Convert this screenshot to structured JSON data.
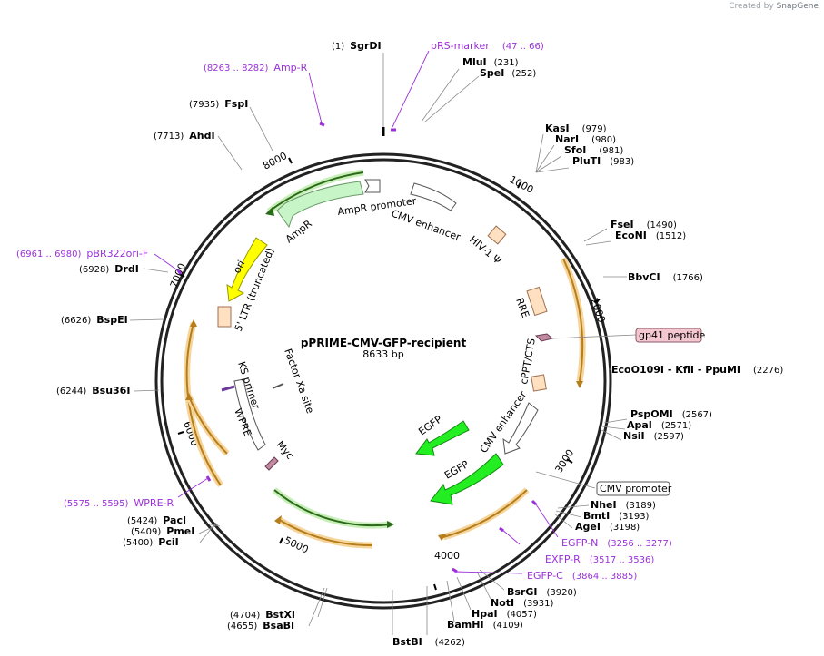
{
  "credit": {
    "prefix": "Created by",
    "brand": "SnapGene"
  },
  "plasmid": {
    "name": "pPRIME-CMV-GFP-recipient",
    "size": "8633 bp"
  },
  "ticks": [
    "1000",
    "2000",
    "3000",
    "4000",
    "5000",
    "6000",
    "7000",
    "8000"
  ],
  "sites": [
    {
      "pos": "(1)",
      "name": "SgrDI"
    },
    {
      "name": "MluI",
      "pos": "(231)"
    },
    {
      "name": "SpeI",
      "pos": "(252)"
    },
    {
      "name": "KasI",
      "pos": "(979)"
    },
    {
      "name": "NarI",
      "pos": "(980)"
    },
    {
      "name": "SfoI",
      "pos": "(981)"
    },
    {
      "name": "PluTI",
      "pos": "(983)"
    },
    {
      "name": "FseI",
      "pos": "(1490)"
    },
    {
      "name": "EcoNI",
      "pos": "(1512)"
    },
    {
      "name": "BbvCI",
      "pos": "(1766)"
    },
    {
      "name": "EcoO109I  - KflI  - PpuMI",
      "pos": "(2276)"
    },
    {
      "name": "PspOMI",
      "pos": "(2567)"
    },
    {
      "name": "ApaI",
      "pos": "(2571)"
    },
    {
      "name": "NsiI",
      "pos": "(2597)"
    },
    {
      "name": "NheI",
      "pos": "(3189)"
    },
    {
      "name": "BmtI",
      "pos": "(3193)"
    },
    {
      "name": "AgeI",
      "pos": "(3198)"
    },
    {
      "name": "BsrGI",
      "pos": "(3920)"
    },
    {
      "name": "NotI",
      "pos": "(3931)"
    },
    {
      "name": "HpaI",
      "pos": "(4057)"
    },
    {
      "name": "BamHI",
      "pos": "(4109)"
    },
    {
      "name": "BstBI",
      "pos": "(4262)"
    },
    {
      "pos": "(4704)",
      "name": "BstXI"
    },
    {
      "pos": "(4655)",
      "name": "BsaBI"
    },
    {
      "pos": "(5424)",
      "name": "PacI"
    },
    {
      "pos": "(5409)",
      "name": "PmeI"
    },
    {
      "pos": "(5400)",
      "name": "PciI"
    },
    {
      "pos": "(6244)",
      "name": "Bsu36I"
    },
    {
      "pos": "(6626)",
      "name": "BspEI"
    },
    {
      "pos": "(6928)",
      "name": "DrdI"
    },
    {
      "pos": "(7713)",
      "name": "AhdI"
    },
    {
      "pos": "(7935)",
      "name": "FspI"
    }
  ],
  "primers": [
    {
      "name": "pRS-marker",
      "pos": "(47 .. 66)"
    },
    {
      "pos": "(8263 .. 8282)",
      "name": "Amp-R"
    },
    {
      "pos": "(6961 .. 6980)",
      "name": "pBR322ori-F"
    },
    {
      "pos": "(5575 .. 5595)",
      "name": "WPRE-R"
    },
    {
      "name": "EGFP-N",
      "pos": "(3256 .. 3277)"
    },
    {
      "name": "EXFP-R",
      "pos": "(3517 .. 3536)"
    },
    {
      "name": "EGFP-C",
      "pos": "(3864 .. 3885)"
    }
  ],
  "boxed_labels": [
    "gp41 peptide",
    "CMV promoter"
  ],
  "features": [
    "AmpR promoter",
    "CMV enhancer",
    "HIV-1 Ψ",
    "AmpR",
    "ori",
    "5' LTR (truncated)",
    "RRE",
    "cPPT/CTS",
    "Factor Xa site",
    "KS primer",
    "WPRE",
    "Myc",
    "EGFP",
    "CMV enhancer",
    "EGFP"
  ],
  "colors": {
    "backbone": "#222222",
    "primer": "#9b30d9",
    "orf_orange": "#e8a020",
    "orf_green": "#2a8a2a",
    "egfp": "#22ee22",
    "ampr": "#c8f5c8",
    "ori": "#ffff00",
    "ltr": "#ffe0c0",
    "gp41": "#d8a0b0"
  }
}
